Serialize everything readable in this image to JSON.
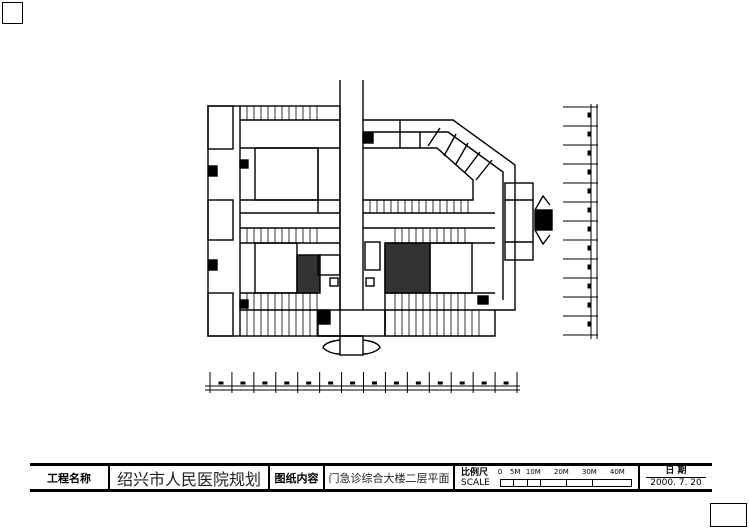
{
  "title_block": {
    "project_label": "工程名称",
    "project_name": "绍兴市人民医院规划",
    "content_label": "图纸内容",
    "content_value": "门急诊综合大楼二层平面",
    "scale_label_cn": "比例尺",
    "scale_label_en": "SCALE",
    "scale_ticks": [
      "0",
      "5M",
      "10M",
      "20M",
      "30M",
      "40M"
    ],
    "date_label": "日 期",
    "date_value": "2000. 7. 20"
  },
  "dimension_bottom_segments": 14,
  "dimension_right_segments": 12
}
